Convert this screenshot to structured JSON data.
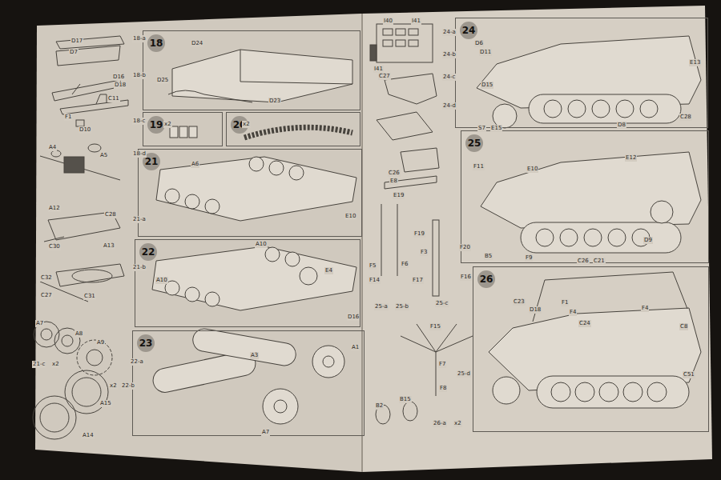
{
  "diagram": {
    "nodes": [
      {
        "text": [
          "18"
        ]
      },
      {
        "text": [
          "19"
        ]
      },
      {
        "text": [
          "20"
        ]
      },
      {
        "text": [
          "21"
        ]
      },
      {
        "text": [
          "22"
        ]
      },
      {
        "text": [
          "23"
        ]
      },
      {
        "text": [
          "24"
        ]
      },
      {
        "text": [
          "25"
        ]
      },
      {
        "text": [
          "26"
        ]
      }
    ],
    "edges": [],
    "labels": [
      "D17",
      "D7",
      "18-a",
      "D16",
      "D18",
      "18-b",
      "C11",
      "F1",
      "D10",
      "18-c",
      "A4",
      "A5",
      "18-d",
      "A12",
      "C28",
      "C30",
      "A13",
      "21-a",
      "C32",
      "C27",
      "C31",
      "21-b",
      "A7",
      "A8",
      "A9",
      "21-c",
      "x2",
      "22-a",
      "x2",
      "22-b",
      "A15",
      "A14",
      "D24",
      "D25",
      "D23",
      "x2",
      "x2",
      "A6",
      "E10",
      "A10",
      "A10",
      "E4",
      "D16",
      "A3",
      "A1",
      "A7",
      "I40",
      "I41",
      "24-a",
      "I41",
      "24-b",
      "C27",
      "24-c",
      "24-d",
      "C26",
      "E8",
      "E19",
      "F19",
      "F20",
      "F3",
      "F5",
      "F6",
      "F17",
      "F16",
      "F14",
      "25-a",
      "25-b",
      "25-c",
      "F15",
      "F7",
      "F8",
      "25-d",
      "B2",
      "B15",
      "26-a",
      "x2",
      "D6",
      "D11",
      "D15",
      "D8",
      "C28",
      "E13",
      "S7",
      "E15",
      "F11",
      "E12",
      "E10",
      "B5",
      "F9",
      "C26",
      "C21",
      "D9",
      "C23",
      "D18",
      "F1",
      "F4",
      "F4",
      "C24",
      "C8",
      "C51"
    ]
  }
}
